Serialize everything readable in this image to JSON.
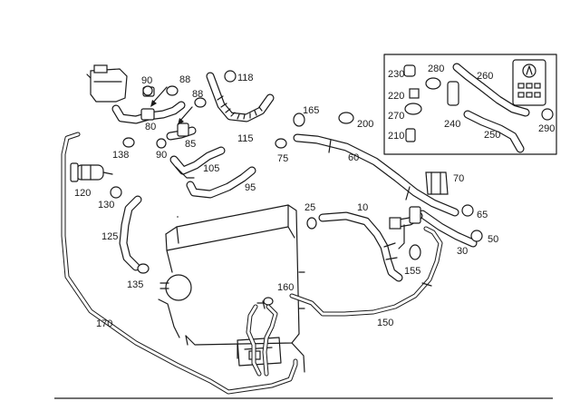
{
  "labels": {
    "p10": "10",
    "p25": "25",
    "p30": "30",
    "p50": "50",
    "p60": "60",
    "p65": "65",
    "p70": "70",
    "p75": "75",
    "p80": "80",
    "p85": "85",
    "p88a": "88",
    "p88b": "88",
    "p90a": "90",
    "p90b": "90",
    "p95": "95",
    "p105": "105",
    "p115": "115",
    "p118": "118",
    "p120": "120",
    "p125": "125",
    "p130": "130",
    "p135": "135",
    "p138": "138",
    "p150": "150",
    "p155": "155",
    "p160": "160",
    "p165": "165",
    "p170": "170",
    "p200": "200",
    "p210": "210",
    "p220": "220",
    "p230": "230",
    "p240": "240",
    "p250": "250",
    "p260": "260",
    "p270": "270",
    "p280": "280",
    "p290": "290"
  },
  "icons": {
    "inset_panel": "control-panel-icon",
    "inset_symbol": "heater-symbol-icon"
  }
}
